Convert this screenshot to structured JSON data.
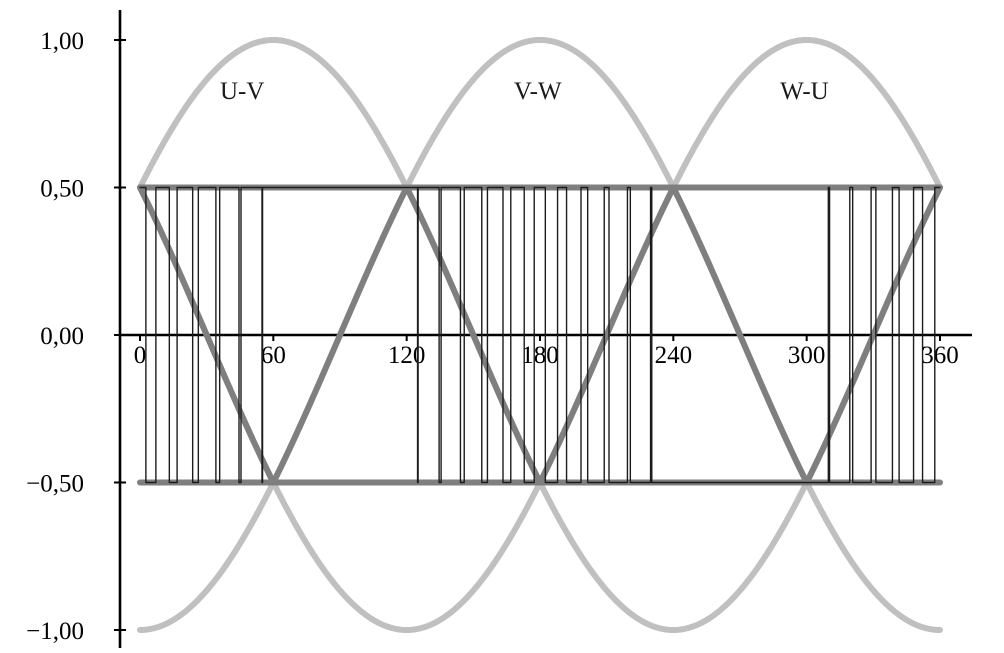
{
  "figure": {
    "background": "#ffffff"
  },
  "chart_data": {
    "type": "line",
    "title": "",
    "description": "Three-phase line-to-line voltages: full sinusoids (light gray), flat-top clipped references at ±0.5 (dark gray) and a PWM switching waveform toggling between +0.5 and −0.5 (thin black).",
    "x_axis": {
      "min": 0,
      "max": 360,
      "tick_values": [
        0,
        60,
        120,
        180,
        240,
        300,
        360
      ],
      "tick_labels": [
        "0",
        "60",
        "120",
        "180",
        "240",
        "300",
        "360"
      ],
      "grid": false
    },
    "y_axis": {
      "min": -1.0,
      "max": 1.0,
      "tick_values": [
        1,
        0.5,
        0,
        -0.5,
        -1
      ],
      "tick_labels": [
        "1,00",
        "0,50",
        "0,00",
        "−0,50",
        "−1,00"
      ],
      "grid": false
    },
    "annotations": [
      {
        "text": "U-V",
        "x": 46,
        "y": 0.83
      },
      {
        "text": "V-W",
        "x": 179,
        "y": 0.83
      },
      {
        "text": "W-U",
        "x": 299,
        "y": 0.83
      }
    ],
    "colors": {
      "axis": "#000000",
      "sine": "#c0c0c0",
      "clipped": "#7f7f7f",
      "pwm": "#1c1c1c",
      "label": "#1a1a1a"
    },
    "series": [
      {
        "name": "U-V sinusoid",
        "kind": "sine",
        "amplitude": 1.0,
        "phase_deg": 30,
        "peak_at_deg": 60,
        "color_role": "sine",
        "stroke_width": 6
      },
      {
        "name": "V-W sinusoid",
        "kind": "sine",
        "amplitude": 1.0,
        "phase_deg": -90,
        "peak_at_deg": 180,
        "color_role": "sine",
        "stroke_width": 6
      },
      {
        "name": "W-U sinusoid",
        "kind": "sine",
        "amplitude": 1.0,
        "phase_deg": 150,
        "peak_at_deg": 300,
        "color_role": "sine",
        "stroke_width": 6
      },
      {
        "name": "U-V clipped reference",
        "kind": "clipped_sine",
        "amplitude": 1.0,
        "phase_deg": 30,
        "clip_level": 0.5,
        "color_role": "clipped",
        "stroke_width": 6
      },
      {
        "name": "V-W clipped reference",
        "kind": "clipped_sine",
        "amplitude": 1.0,
        "phase_deg": -90,
        "clip_level": 0.5,
        "color_role": "clipped",
        "stroke_width": 6
      },
      {
        "name": "W-U clipped reference",
        "kind": "clipped_sine",
        "amplitude": 1.0,
        "phase_deg": 150,
        "clip_level": 0.5,
        "color_role": "clipped",
        "stroke_width": 6
      },
      {
        "name": "PWM switching waveform",
        "kind": "pwm",
        "modulation_index": 1.155,
        "phase_deg": 0,
        "carrier_period_deg": 10,
        "high_level": 0.5,
        "low_level": -0.5,
        "saturated_high_span_deg": [
          60,
          120
        ],
        "saturated_low_span_deg": [
          240,
          300
        ],
        "color_role": "pwm",
        "stroke_width": 1.4
      }
    ]
  }
}
